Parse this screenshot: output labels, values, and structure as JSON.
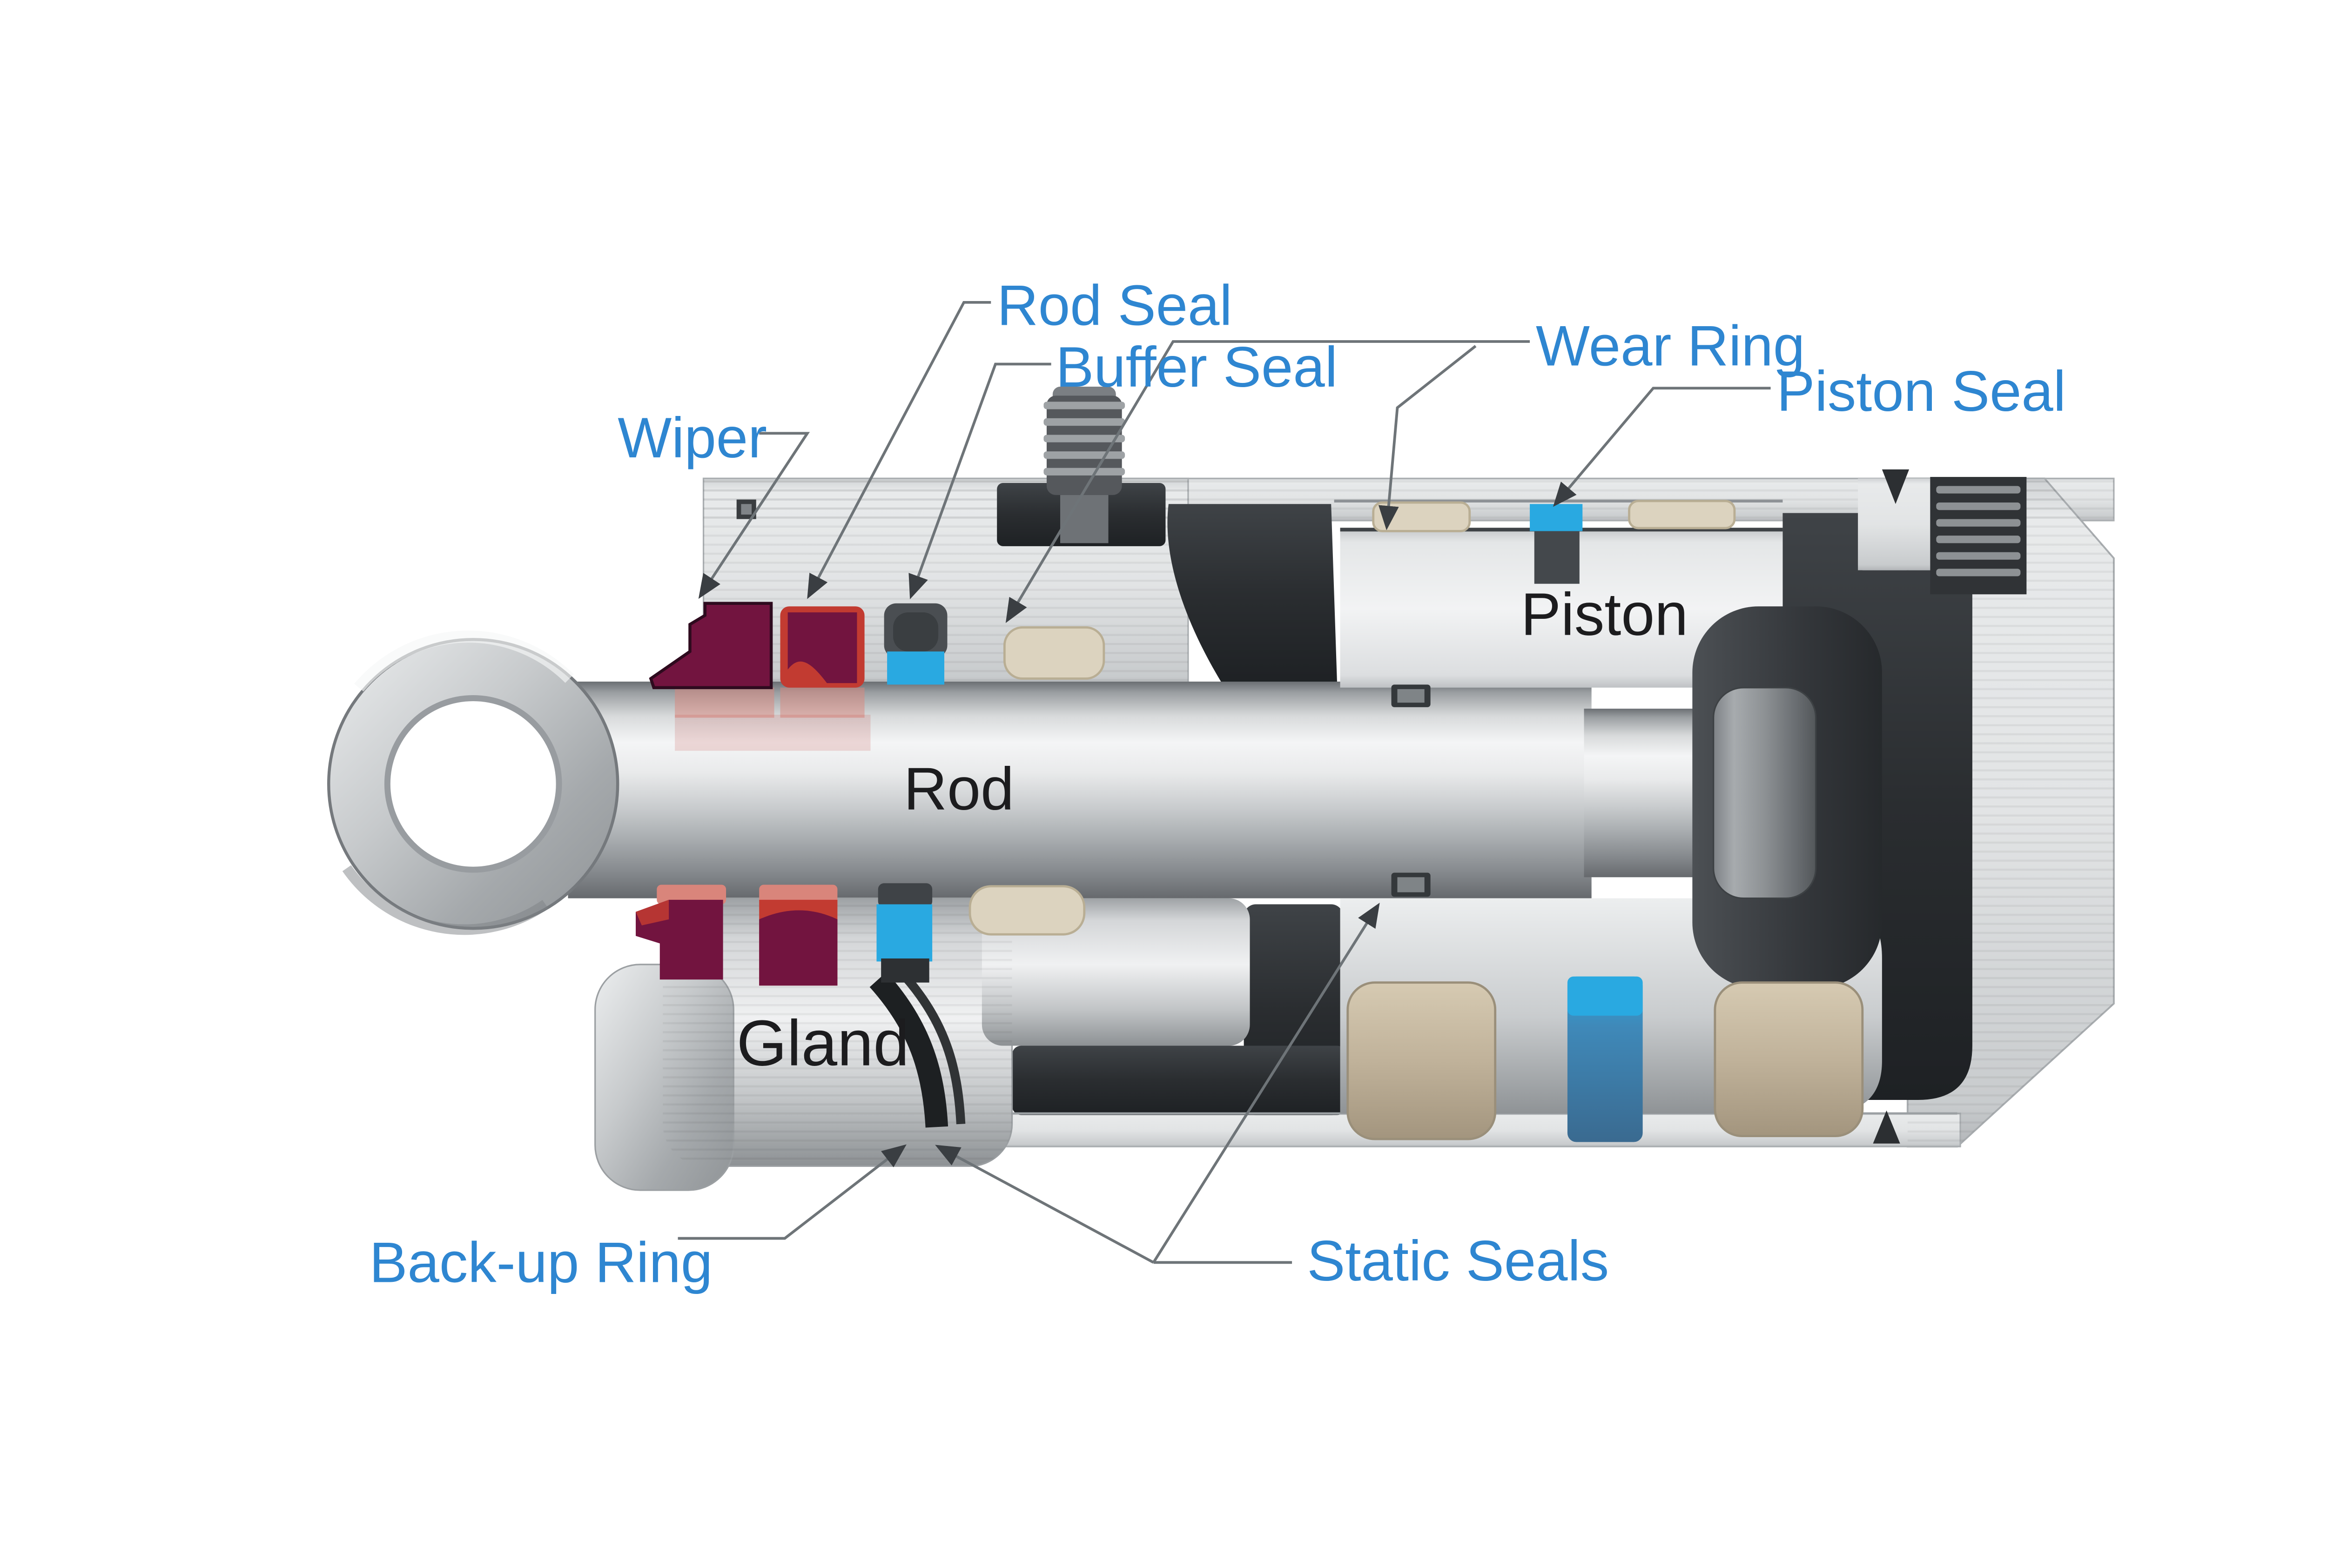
{
  "diagram": {
    "subject": "hydraulic cylinder cross-section with seal locations"
  },
  "labels": {
    "wiper": "Wiper",
    "rod_seal": "Rod Seal",
    "buffer_seal": "Buffer Seal",
    "wear_ring": "Wear Ring",
    "piston_seal": "Piston Seal",
    "piston": "Piston",
    "rod": "Rod",
    "gland": "Gland",
    "back_up_ring": "Back-up Ring",
    "static_seals": "Static Seals"
  },
  "colors": {
    "label_blue": "#2e86d1",
    "text_dark": "#1c1c1e",
    "wiper_maroon": "#72143f",
    "seal_red": "#c23b31",
    "seal_salmon": "#d9857b",
    "buffer_blue": "#29a9e1",
    "wear_ring_tan": "#dcd3bf",
    "piston_wear_tan": "#bdae97",
    "interior_dark": "#2b2e31",
    "metal_light": "#e9ebec",
    "metal_mid": "#bfc3c6",
    "leader_gray": "#6e7478"
  }
}
